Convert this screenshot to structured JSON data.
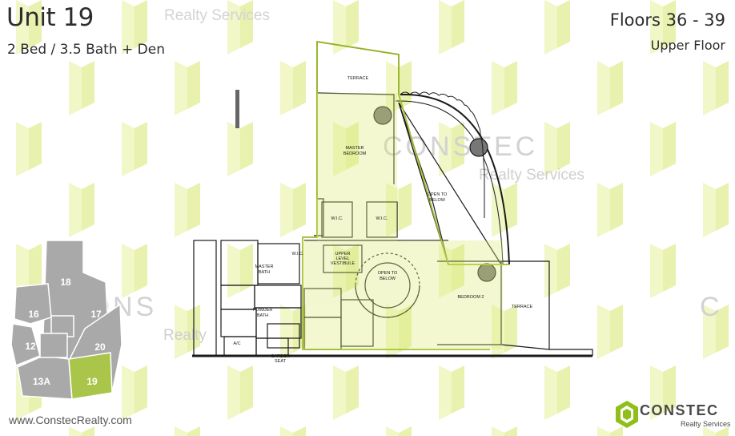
{
  "header": {
    "unit_title": "Unit 19",
    "unit_subtitle": "2 Bed / 3.5 Bath + Den",
    "floors": "Floors 36 - 39",
    "floor_level": "Upper Floor"
  },
  "watermarks": {
    "top_realty": "Realty Services",
    "constec": "CONSTEC",
    "realty": "Realty Services",
    "left_constec": "CONS",
    "left_realty": "Realty",
    "right_constec": "C"
  },
  "keyplan": {
    "units": [
      "18",
      "16",
      "17",
      "12",
      "20",
      "13A",
      "19"
    ],
    "highlighted_unit": "19",
    "highlight_color": "#a9c64a"
  },
  "plan_labels": {
    "terrace_top": "TERRACE",
    "master_bedroom": "MASTER\nBEDROOM",
    "open_to_below": "OPEN TO\nBELOW",
    "upper_level_vestibule": "UPPER\nLEVEL\nVESTIBULE",
    "open_to_below_stair": "OPEN TO\nBELOW",
    "master_bath": "MASTER\nBATH",
    "powder_bath": "POWDER\nBATH",
    "bedroom_2": "BEDROOM 2",
    "terrace_right": "TERRACE",
    "wic_1": "W.I.C.",
    "wic_2": "W.I.C.",
    "wic_3": "W.I.C.",
    "garden_seat": "GARDEN\nSEAT",
    "ac": "A/C"
  },
  "footer": {
    "website": "www.ConstecRealty.com",
    "logo_name": "CONSTEC",
    "logo_sub": "Realty Services"
  },
  "colors": {
    "accent_green": "#dceb7a",
    "keyplan_gray": "#9b9b9b",
    "plan_line": "#1a1a1a",
    "unit_highlight": "#6f8f00"
  }
}
